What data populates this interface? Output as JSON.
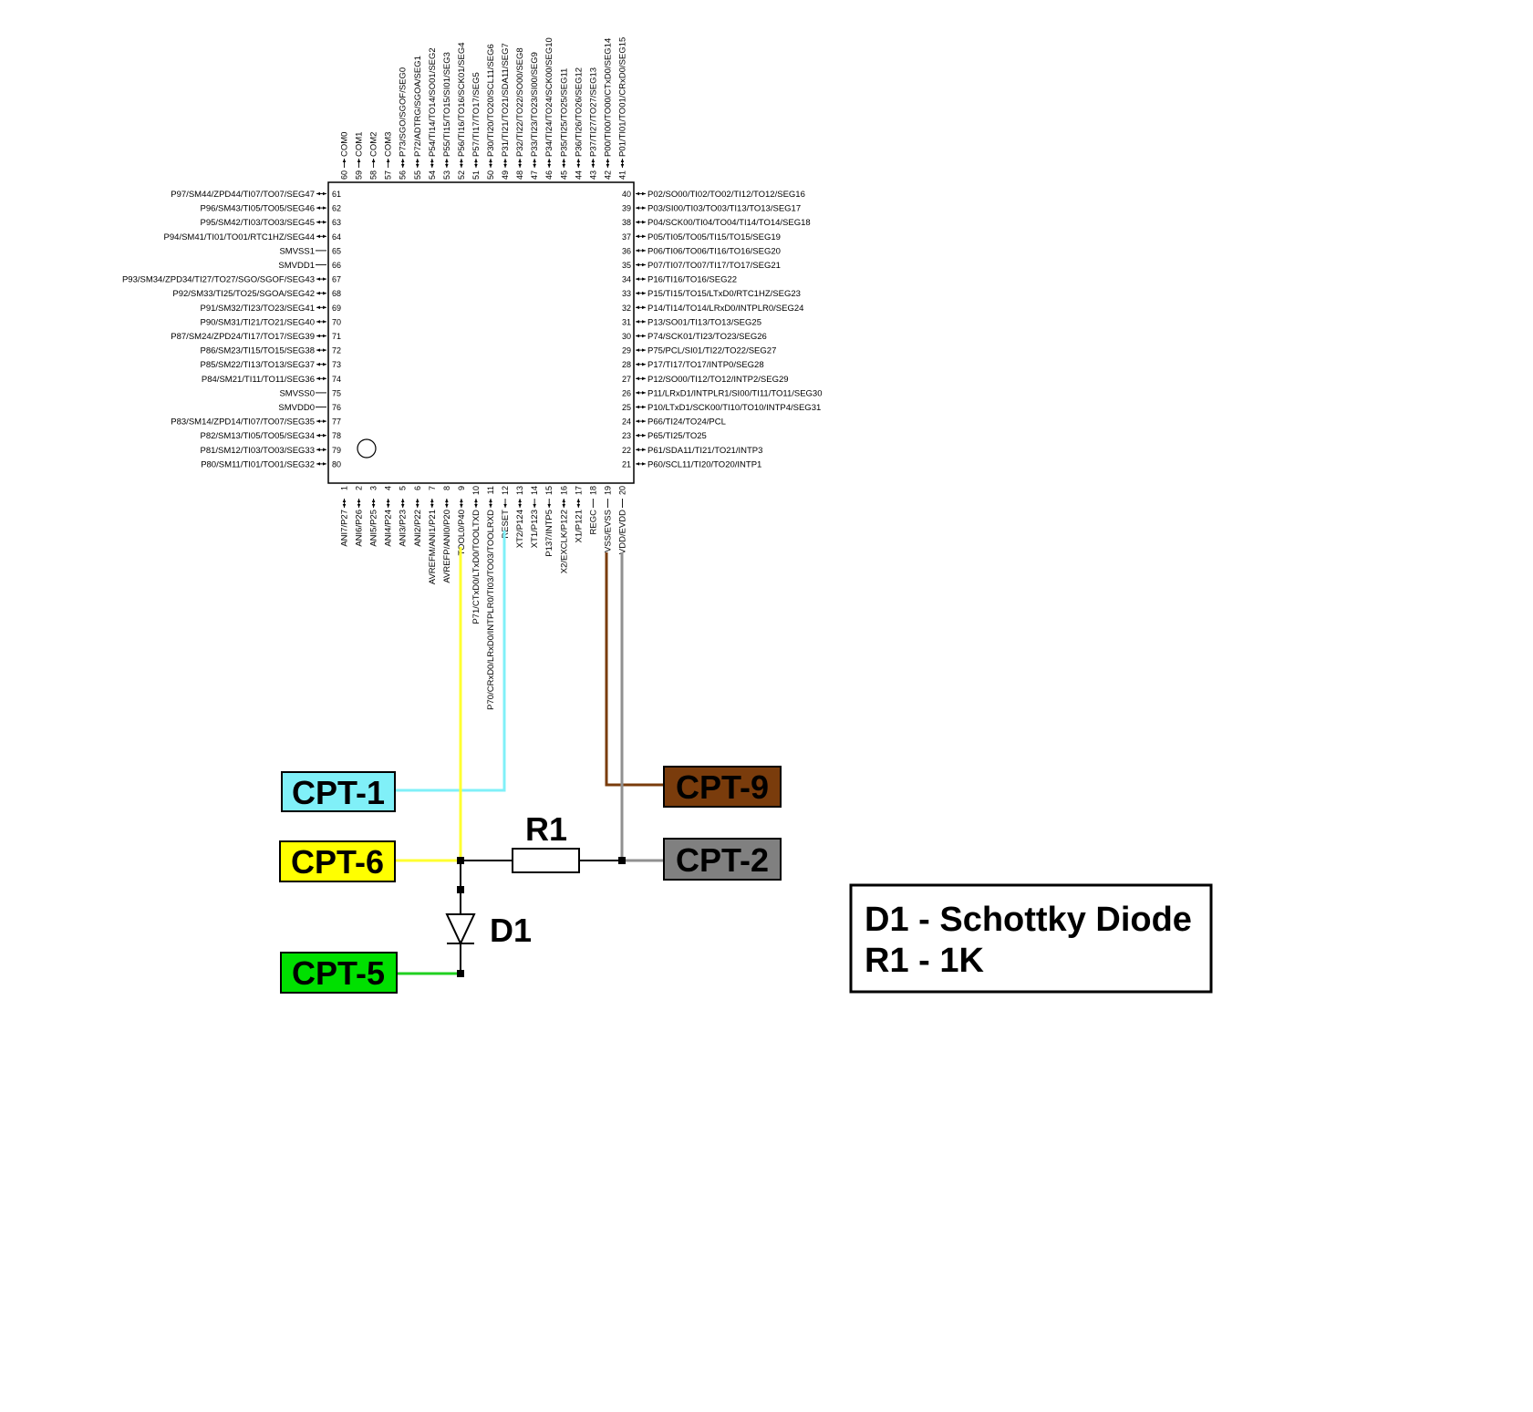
{
  "chip": {
    "top_pins": [
      {
        "num": "60",
        "name": "COM0",
        "dir": "out"
      },
      {
        "num": "59",
        "name": "COM1",
        "dir": "out"
      },
      {
        "num": "58",
        "name": "COM2",
        "dir": "out"
      },
      {
        "num": "57",
        "name": "COM3",
        "dir": "out"
      },
      {
        "num": "56",
        "name": "P73/SGO/SGOF/SEG0",
        "dir": "bi"
      },
      {
        "num": "55",
        "name": "P72/ADTRG/SGOA/SEG1",
        "dir": "bi"
      },
      {
        "num": "54",
        "name": "P54/TI14/TO14/SO01/SEG2",
        "dir": "bi"
      },
      {
        "num": "53",
        "name": "P55/TI15/TO15/SI01/SEG3",
        "dir": "bi"
      },
      {
        "num": "52",
        "name": "P56/TI16/TO16/SCK01/SEG4",
        "dir": "bi"
      },
      {
        "num": "51",
        "name": "P57/TI17/TO17/SEG5",
        "dir": "bi"
      },
      {
        "num": "50",
        "name": "P30/TI20/TO20/SCL11/SEG6",
        "dir": "bi"
      },
      {
        "num": "49",
        "name": "P31/TI21/TO21/SDA11/SEG7",
        "dir": "bi"
      },
      {
        "num": "48",
        "name": "P32/TI22/TO22/SO00/SEG8",
        "dir": "bi"
      },
      {
        "num": "47",
        "name": "P33/TI23/TO23/SI00/SEG9",
        "dir": "bi"
      },
      {
        "num": "46",
        "name": "P34/TI24/TO24/SCK00/SEG10",
        "dir": "bi"
      },
      {
        "num": "45",
        "name": "P35/TI25/TO25/SEG11",
        "dir": "bi"
      },
      {
        "num": "44",
        "name": "P36/TI26/TO26/SEG12",
        "dir": "bi"
      },
      {
        "num": "43",
        "name": "P37/TI27/TO27/SEG13",
        "dir": "bi"
      },
      {
        "num": "42",
        "name": "P00/TI00/TO00/CTxD0/SEG14",
        "dir": "bi"
      },
      {
        "num": "41",
        "name": "P01/TI01/TO01/CRxD0/SEG15",
        "dir": "bi"
      }
    ],
    "right_pins": [
      {
        "num": "40",
        "name": "P02/SO00/TI02/TO02/TI12/TO12/SEG16",
        "dir": "bi"
      },
      {
        "num": "39",
        "name": "P03/SI00/TI03/TO03/TI13/TO13/SEG17",
        "dir": "bi"
      },
      {
        "num": "38",
        "name": "P04/SCK00/TI04/TO04/TI14/TO14/SEG18",
        "dir": "bi"
      },
      {
        "num": "37",
        "name": "P05/TI05/TO05/TI15/TO15/SEG19",
        "dir": "bi"
      },
      {
        "num": "36",
        "name": "P06/TI06/TO06/TI16/TO16/SEG20",
        "dir": "bi"
      },
      {
        "num": "35",
        "name": "P07/TI07/TO07/TI17/TO17/SEG21",
        "dir": "bi"
      },
      {
        "num": "34",
        "name": "P16/TI16/TO16/SEG22",
        "dir": "bi"
      },
      {
        "num": "33",
        "name": "P15/TI15/TO15/LTxD0/RTC1HZ/SEG23",
        "dir": "bi"
      },
      {
        "num": "32",
        "name": "P14/TI14/TO14/LRxD0/INTPLR0/SEG24",
        "dir": "bi"
      },
      {
        "num": "31",
        "name": "P13/SO01/TI13/TO13/SEG25",
        "dir": "bi"
      },
      {
        "num": "30",
        "name": "P74/SCK01/TI23/TO23/SEG26",
        "dir": "bi"
      },
      {
        "num": "29",
        "name": "P75/PCL/SI01/TI22/TO22/SEG27",
        "dir": "bi"
      },
      {
        "num": "28",
        "name": "P17/TI17/TO17/INTP0/SEG28",
        "dir": "bi"
      },
      {
        "num": "27",
        "name": "P12/SO00/TI12/TO12/INTP2/SEG29",
        "dir": "bi"
      },
      {
        "num": "26",
        "name": "P11/LRxD1/INTPLR1/SI00/TI11/TO11/SEG30",
        "dir": "bi"
      },
      {
        "num": "25",
        "name": "P10/LTxD1/SCK00/TI10/TO10/INTP4/SEG31",
        "dir": "bi"
      },
      {
        "num": "24",
        "name": "P66/TI24/TO24/PCL",
        "dir": "bi"
      },
      {
        "num": "23",
        "name": "P65/TI25/TO25",
        "dir": "bi"
      },
      {
        "num": "22",
        "name": "P61/SDA11/TI21/TO21/INTP3",
        "dir": "bi"
      },
      {
        "num": "21",
        "name": "P60/SCL11/TI20/TO20/INTP1",
        "dir": "bi"
      }
    ],
    "left_pins": [
      {
        "num": "61",
        "name": "P97/SM44/ZPD44/TI07/TO07/SEG47",
        "dir": "bi"
      },
      {
        "num": "62",
        "name": "P96/SM43/TI05/TO05/SEG46",
        "dir": "bi"
      },
      {
        "num": "63",
        "name": "P95/SM42/TI03/TO03/SEG45",
        "dir": "bi"
      },
      {
        "num": "64",
        "name": "P94/SM41/TI01/TO01/RTC1HZ/SEG44",
        "dir": "bi"
      },
      {
        "num": "65",
        "name": "SMVSS1",
        "dir": "pwr"
      },
      {
        "num": "66",
        "name": "SMVDD1",
        "dir": "pwr"
      },
      {
        "num": "67",
        "name": "P93/SM34/ZPD34/TI27/TO27/SGO/SGOF/SEG43",
        "dir": "bi"
      },
      {
        "num": "68",
        "name": "P92/SM33/TI25/TO25/SGOA/SEG42",
        "dir": "bi"
      },
      {
        "num": "69",
        "name": "P91/SM32/TI23/TO23/SEG41",
        "dir": "bi"
      },
      {
        "num": "70",
        "name": "P90/SM31/TI21/TO21/SEG40",
        "dir": "bi"
      },
      {
        "num": "71",
        "name": "P87/SM24/ZPD24/TI17/TO17/SEG39",
        "dir": "bi"
      },
      {
        "num": "72",
        "name": "P86/SM23/TI15/TO15/SEG38",
        "dir": "bi"
      },
      {
        "num": "73",
        "name": "P85/SM22/TI13/TO13/SEG37",
        "dir": "bi"
      },
      {
        "num": "74",
        "name": "P84/SM21/TI11/TO11/SEG36",
        "dir": "bi"
      },
      {
        "num": "75",
        "name": "SMVSS0",
        "dir": "pwr"
      },
      {
        "num": "76",
        "name": "SMVDD0",
        "dir": "pwr"
      },
      {
        "num": "77",
        "name": "P83/SM14/ZPD14/TI07/TO07/SEG35",
        "dir": "bi"
      },
      {
        "num": "78",
        "name": "P82/SM13/TI05/TO05/SEG34",
        "dir": "bi"
      },
      {
        "num": "79",
        "name": "P81/SM12/TI03/TO03/SEG33",
        "dir": "bi"
      },
      {
        "num": "80",
        "name": "P80/SM11/TI01/TO01/SEG32",
        "dir": "bi"
      }
    ],
    "bottom_pins": [
      {
        "num": "1",
        "name": "ANI7/P27",
        "dir": "bi"
      },
      {
        "num": "2",
        "name": "ANI6/P26",
        "dir": "bi"
      },
      {
        "num": "3",
        "name": "ANI5/P25",
        "dir": "bi"
      },
      {
        "num": "4",
        "name": "ANI4/P24",
        "dir": "bi"
      },
      {
        "num": "5",
        "name": "ANI3/P23",
        "dir": "bi"
      },
      {
        "num": "6",
        "name": "ANI2/P22",
        "dir": "bi"
      },
      {
        "num": "7",
        "name": "AVREFM/ANI1/P21",
        "dir": "bi"
      },
      {
        "num": "8",
        "name": "AVREFP/ANI0/P20",
        "dir": "bi"
      },
      {
        "num": "9",
        "name": "TOOL0/P40",
        "dir": "bi"
      },
      {
        "num": "10",
        "name": "P71/CTxD0/LTxD0/TOOLTXD",
        "dir": "bi"
      },
      {
        "num": "11",
        "name": "P70/CRxD0/LRxD0/INTPLR0/TI03/TO03/TOOLRXD",
        "dir": "bi"
      },
      {
        "num": "12",
        "name": "RESET",
        "dir": "in"
      },
      {
        "num": "13",
        "name": "XT2/P124",
        "dir": "bi"
      },
      {
        "num": "14",
        "name": "XT1/P123",
        "dir": "in"
      },
      {
        "num": "15",
        "name": "P137/INTP5",
        "dir": "in"
      },
      {
        "num": "16",
        "name": "X2/EXCLK/P122",
        "dir": "bi"
      },
      {
        "num": "17",
        "name": "X1/P121",
        "dir": "bi"
      },
      {
        "num": "18",
        "name": "REGC",
        "dir": "pwr"
      },
      {
        "num": "19",
        "name": "VSS/EVSS",
        "dir": "pwr"
      },
      {
        "num": "20",
        "name": "VDD/EVDD",
        "dir": "pwr"
      }
    ]
  },
  "connectors": {
    "cpt1": {
      "text": "CPT-1",
      "fill": "#80f0f8",
      "text_color": "#000000"
    },
    "cpt6": {
      "text": "CPT-6",
      "fill": "#ffff00",
      "text_color": "#000000"
    },
    "cpt5": {
      "text": "CPT-5",
      "fill": "#00e000",
      "text_color": "#000000"
    },
    "cpt9": {
      "text": "CPT-9",
      "fill": "#7a3c0c",
      "text_color": "#ffffff"
    },
    "cpt2": {
      "text": "CPT-2",
      "fill": "#808080",
      "text_color": "#ff0000"
    }
  },
  "wire_colors": {
    "reset_to_cpt1": "#80f0f8",
    "tool0_to_cpt6": "#ffff30",
    "vss_to_cpt9": "#7a3c0c",
    "vdd_to_cpt2": "#909090",
    "diode_to_cpt5": "#20d020"
  },
  "components": {
    "r1_label": "R1",
    "d1_label": "D1"
  },
  "legend": {
    "line1": "D1 - Schottky Diode",
    "line2": "R1 - 1K"
  }
}
